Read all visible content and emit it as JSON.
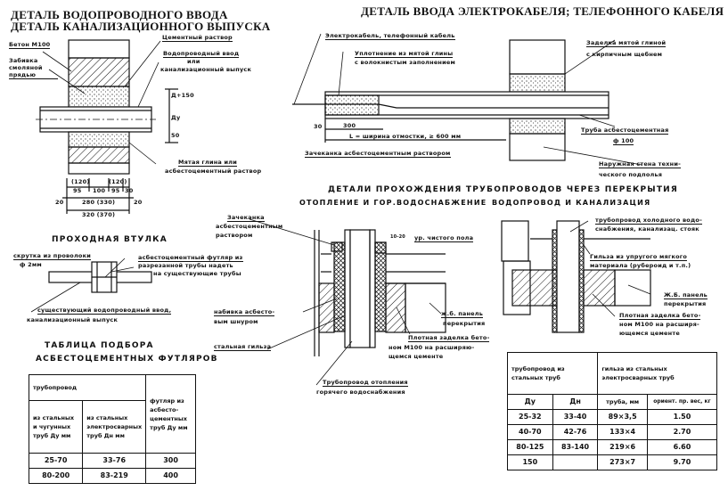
{
  "water_inlet_detail": {
    "title_line1": "ДЕТАЛЬ ВОДОПРОВОДНОГО ВВОДА",
    "title_line2": "ДЕТАЛЬ КАНАЛИЗАЦИОННОГО ВЫПУСКА",
    "labels": {
      "concrete": "Бетон М100",
      "caulking": "Забивка смоляной прядью",
      "cement_mortar": "Цементный раствор",
      "inlet_1": "Водопроводный ввод",
      "inlet_or": "или",
      "inlet_2": "канализационный выпуск",
      "clay_1": "Мятая глина или",
      "clay_2": "асбестоцементный раствор"
    },
    "dimensions": {
      "d150": "Д+150",
      "dy": "Ду",
      "d50": "50",
      "top": [
        "(120)",
        "95",
        "100",
        "(120)",
        "95",
        "30"
      ],
      "mid": [
        "20",
        "280 (330)",
        "20"
      ],
      "total": "320 (370)"
    }
  },
  "cable_detail": {
    "title": "ДЕТАЛЬ ВВОДА ЭЛЕКТРОКАБЕЛЯ; ТЕЛЕФОННОГО КАБЕЛЯ",
    "labels": {
      "cable": "Электрокабель, телефонный кабель",
      "seal_1": "Уплотнение из мятой глины",
      "seal_2": "с волокнистым заполнением",
      "plug_1": "Заделка мятой глиной",
      "plug_2": "с кирпичным щебнем",
      "pipe_1": "Труба асбестоцементная",
      "pipe_2": "ф 100",
      "caulk": "Зачеканка асбестоцементным раствором",
      "wall_1": "Наружная стена техни-",
      "wall_2": "ческого подполья",
      "dim_30": "30",
      "dim_300": "300",
      "dim_L": "L = ширина отмостки, ≥ 600 мм"
    }
  },
  "sleeve_detail": {
    "title": "ПРОХОДНАЯ ВТУЛКА",
    "labels": {
      "wire_1": "скрутка из проволоки",
      "wire_2": "ф 2мм",
      "case_1": "асбестоцементный футляр из",
      "case_2": "разрезанной трубы надеть",
      "case_3": "на существующие трубы",
      "existing_1": "существующий водопроводный ввод,",
      "existing_2": "канализационный выпуск"
    }
  },
  "floor_pass": {
    "title": "ДЕТАЛИ ПРОХОЖДЕНИЯ ТРУБОПРОВОДОВ ЧЕРЕЗ ПЕРЕКРЫТИЯ",
    "heating": {
      "subtitle": "ОТОПЛЕНИЕ И ГОР.ВОДОСНАБЖЕНИЕ",
      "caulk_1": "Зачеканка",
      "caulk_2": "асбестоцементным",
      "caulk_3": "раствором",
      "floor": "ур. чистого пола",
      "dim": "10-20",
      "packing_1": "набивка асбесто-",
      "packing_2": "вым шнуром",
      "sleeve": "стальная гильза",
      "panel_1": "ж.б. панель",
      "panel_2": "перекрытия",
      "fill_1": "Плотная заделка бето-",
      "fill_2": "ном М100 на расширяю-",
      "fill_3": "щемся цементе",
      "pipe_1": "Трубопровод отопления",
      "pipe_2": "горячего водоснабжения"
    },
    "water": {
      "subtitle": "ВОДОПРОВОД И КАНАЛИЗАЦИЯ",
      "pipe_1": "трубопровод холодного водо-",
      "pipe_2": "снабжения, канализац. стояк",
      "sleeve_1": "Гильза из упругого мягкого",
      "sleeve_2": "материала (рубероид и т.п.)",
      "panel_1": "Ж.Б. панель",
      "panel_2": "перекрытия",
      "fill_1": "Плотная заделка бето-",
      "fill_2": "ном М100 на расширя-",
      "fill_3": "ющемся цементе"
    }
  },
  "table_cases": {
    "title_1": "ТАБЛИЦА ПОДБОРА",
    "title_2": "АСБЕСТОЦЕМЕНТНЫХ ФУТЛЯРОВ",
    "header_group": "трубопровод",
    "col1": "из стальных и чугунных труб Ду мм",
    "col2": "из стальных электросварных труб Дн мм",
    "col3": "футляр из асбесто-цементных труб Ду мм",
    "rows": [
      [
        "25-70",
        "33-76",
        "300"
      ],
      [
        "80-200",
        "83-219",
        "400"
      ]
    ]
  },
  "table_sleeves": {
    "group1": "трубопровод из стальных труб",
    "group2": "гильза из стальных электросварных труб",
    "headers": [
      "Ду",
      "Дн",
      "труба, мм",
      "ориент. пр. вес, кг"
    ],
    "rows": [
      [
        "25-32",
        "33-40",
        "89×3,5",
        "1.50"
      ],
      [
        "40-70",
        "42-76",
        "133×4",
        "2.70"
      ],
      [
        "80-125",
        "83-140",
        "219×6",
        "6.60"
      ],
      [
        "150",
        "",
        "273×7",
        "9.70"
      ]
    ]
  }
}
